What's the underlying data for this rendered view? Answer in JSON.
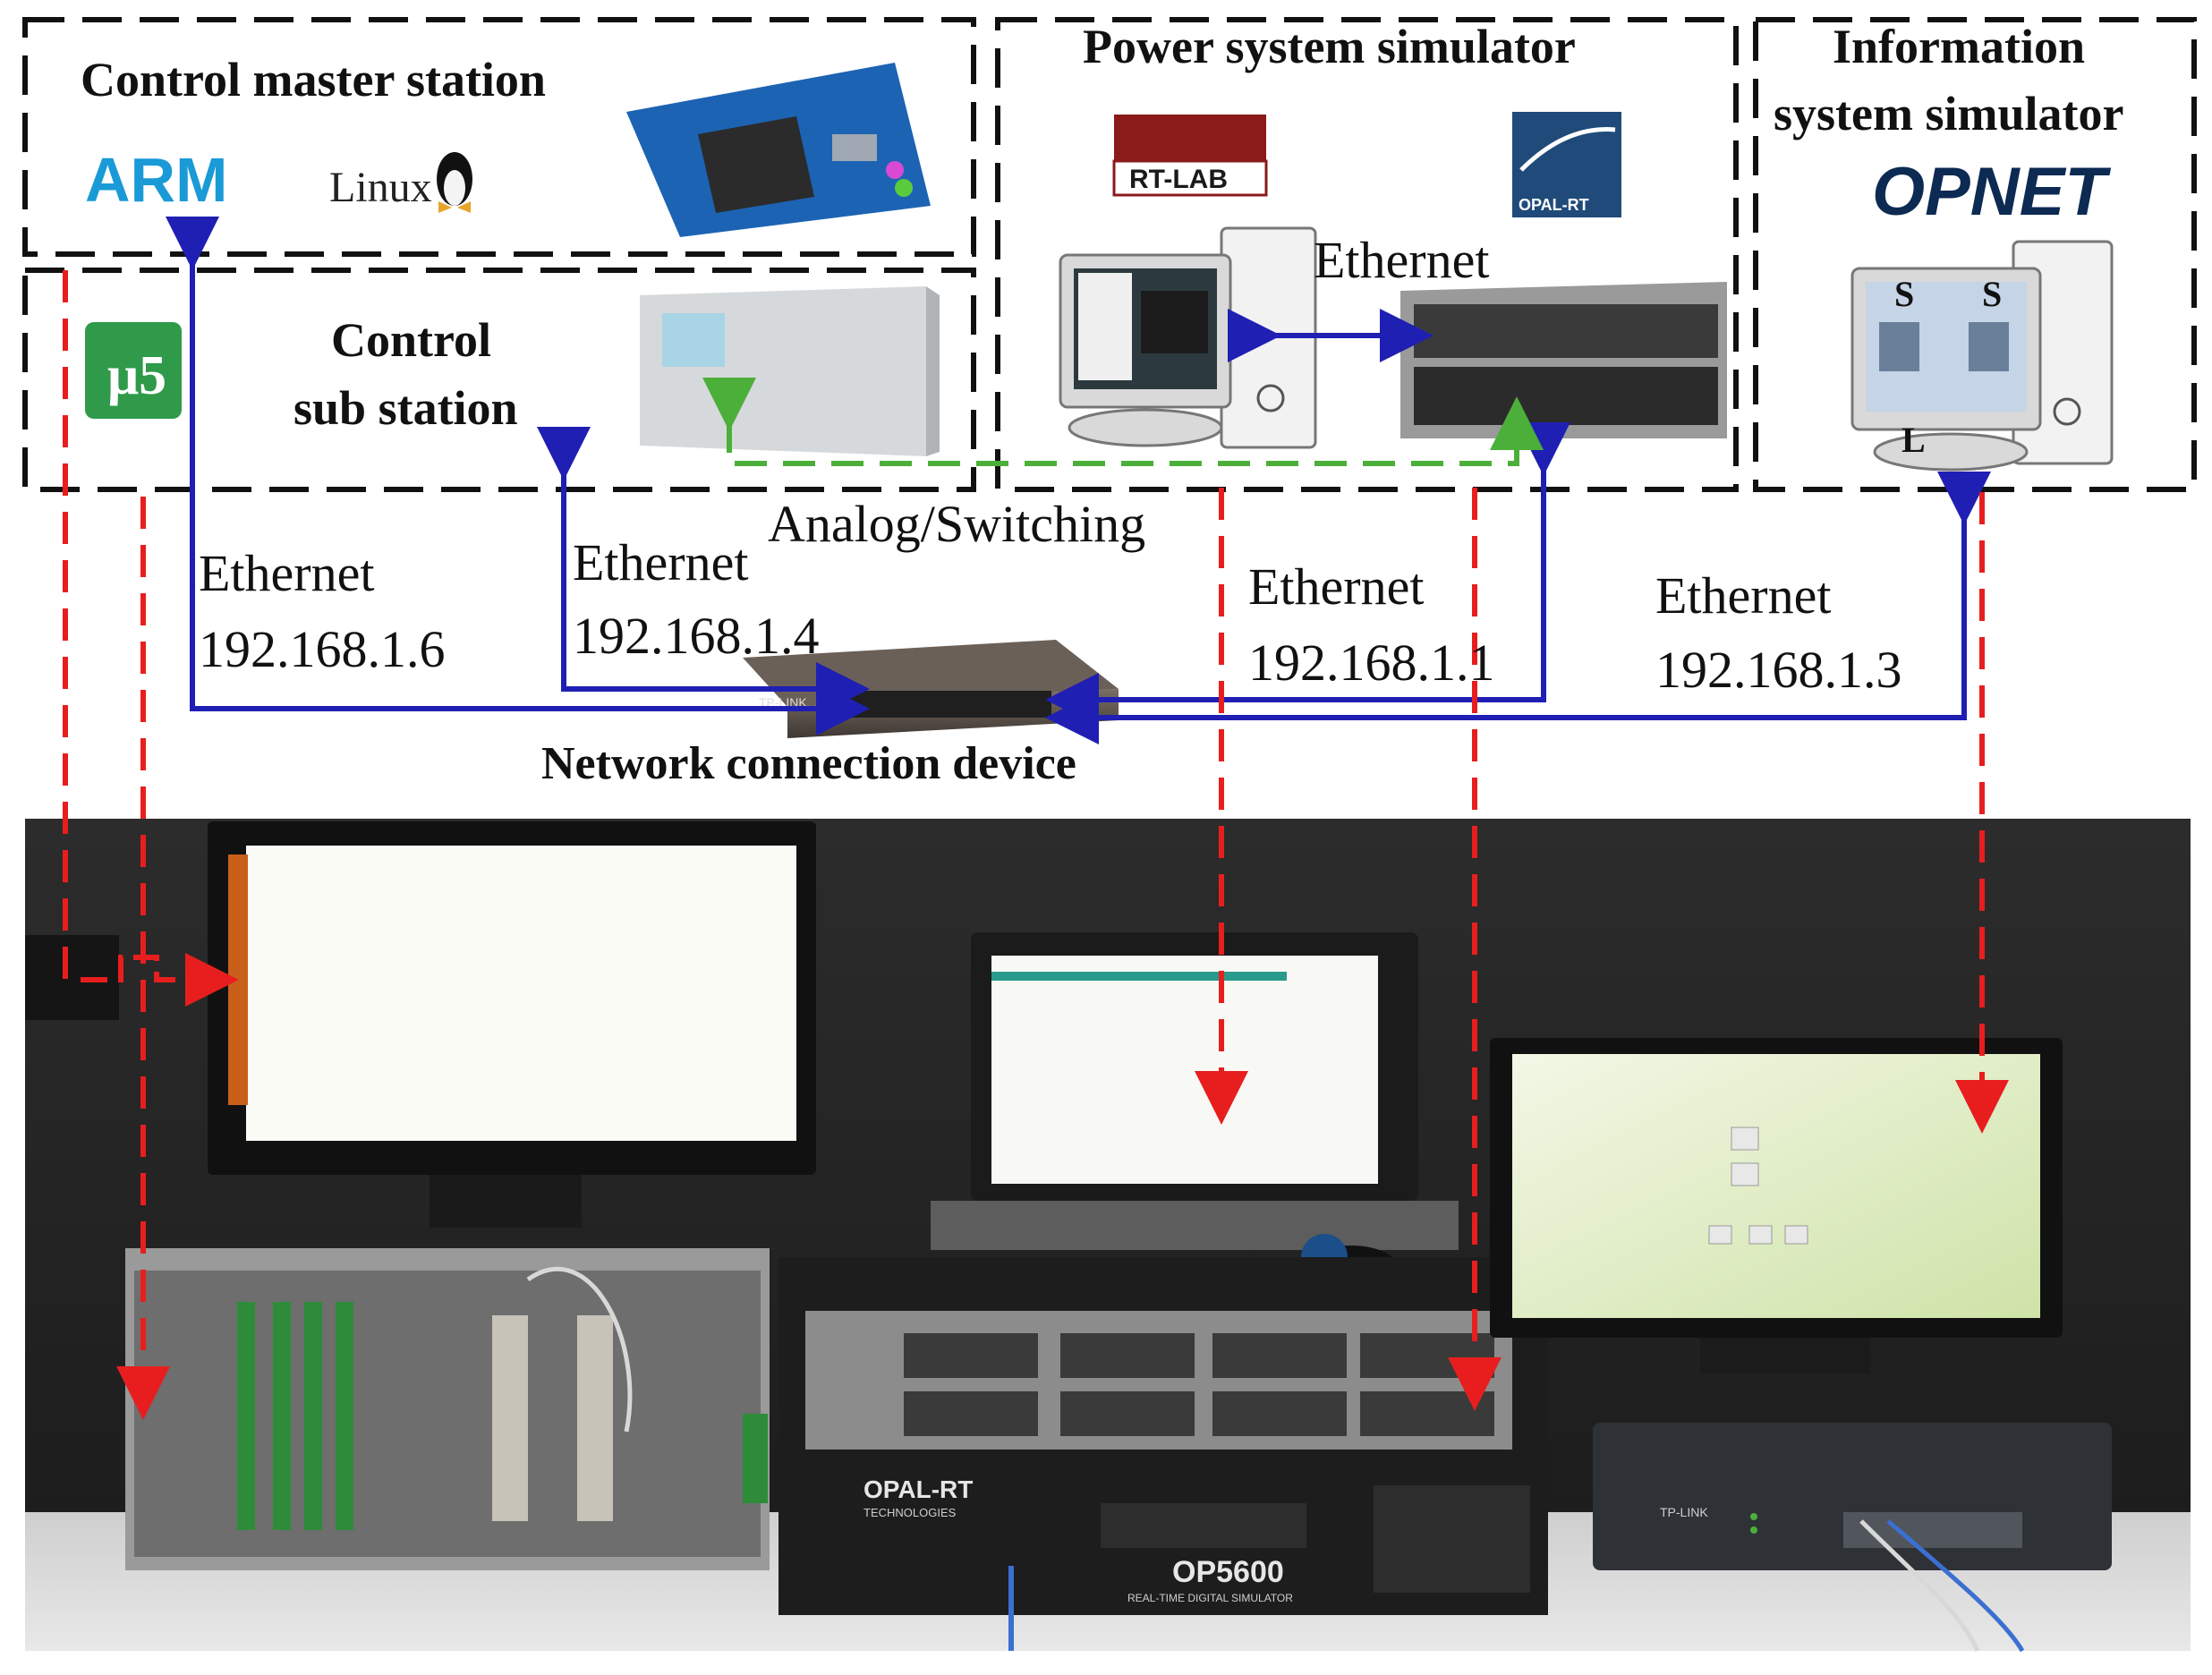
{
  "boxes": {
    "master_title": "Control master station",
    "sub_title_1": "Control",
    "sub_title_2": "sub station",
    "power_title": "Power system simulator",
    "info_title_1": "Information",
    "info_title_2": "system simulator"
  },
  "logos": {
    "arm": "ARM",
    "linux": "Linux",
    "rtlab": "RT-LAB",
    "opalrt": "OPAL-RT",
    "opnet": "OPNET",
    "mu5": "μ5"
  },
  "links": {
    "power_internal": "Ethernet",
    "analog": "Analog/Switching",
    "master_eth": "Ethernet",
    "master_ip": "192.168.1.6",
    "sub_eth": "Ethernet",
    "sub_ip": "192.168.1.4",
    "power_eth": "Ethernet",
    "power_ip": "192.168.1.1",
    "info_eth": "Ethernet",
    "info_ip": "192.168.1.3"
  },
  "switch": {
    "label": "Network connection device",
    "brand": "TP-LINK"
  },
  "monitor_letters": {
    "s1": "S",
    "s2": "S",
    "l": "L"
  },
  "photo": {
    "rack_brand": "OPAL-RT",
    "rack_sub": "TECHNOLOGIES",
    "rack_model": "OP5600",
    "rack_caption": "REAL-TIME DIGITAL SIMULATOR",
    "switch_brand": "TP-LINK"
  },
  "colors": {
    "dash_border": "#111111",
    "ethernet_line": "#1f1fb4",
    "signal_line": "#e81e1e",
    "analog_line": "#4caf3a"
  },
  "icons": [
    "arm-logo",
    "linux-logo",
    "mu5-logo",
    "rtlab-logo",
    "opalrt-logo",
    "opnet-logo",
    "embedded-board-icon",
    "substation-device-icon",
    "pc-icon",
    "rack-simulator-icon",
    "network-switch-icon",
    "info-pc-icon"
  ]
}
